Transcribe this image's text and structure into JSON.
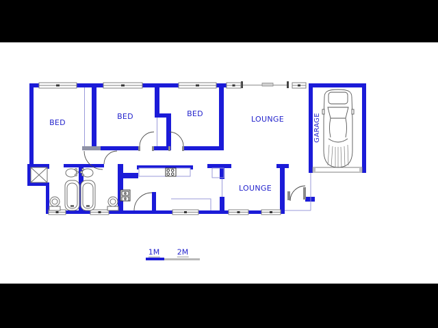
{
  "plan": {
    "rooms": {
      "bed1": {
        "label": "BED"
      },
      "bed2": {
        "label": "BED"
      },
      "bed3": {
        "label": "BED"
      },
      "lounge_top": {
        "label": "LOUNGE"
      },
      "lounge_bottom": {
        "label": "LOUNGE"
      },
      "garage": {
        "label": "GARAGE"
      }
    },
    "scale_bar": {
      "segment1_label": "1M",
      "segment2_label": "2M"
    },
    "colors": {
      "wall": "#1b1bd8",
      "room_label": "#2222cc",
      "window_frame": "#7f7f7f",
      "thin_line": "#9a9ada",
      "door_arc": "#4a4a4a",
      "scale_segment1": "#1b1bd8",
      "scale_segment2": "#b8b8b8",
      "letterbox": "#000000",
      "background": "#ffffff"
    }
  }
}
